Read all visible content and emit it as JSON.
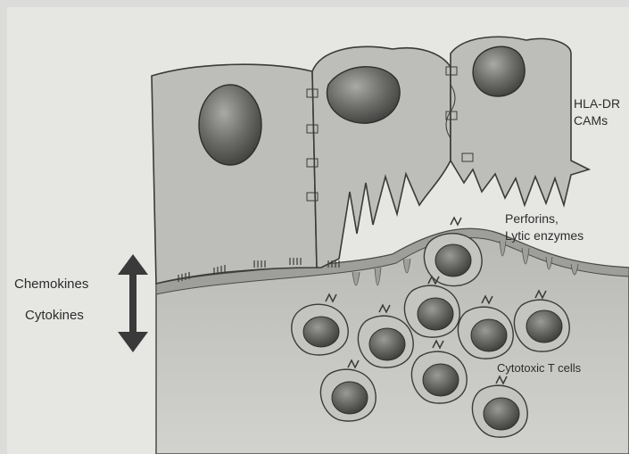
{
  "labels": {
    "hla_dr": "HLA-DR",
    "cams": "CAMs",
    "perforins": "Perforins,",
    "lytic_enzymes": "Lytic enzymes",
    "chemokines": "Chemokines",
    "cytokines": "Cytokines",
    "cytotoxic_t_cells": "Cytotoxic T cells"
  },
  "colors": {
    "cell_fill": "#bdbdb9",
    "nucleus_fill": "#6f6f6c",
    "tissue_fill": "#c6c6c2",
    "outline": "#3a3a3a"
  }
}
